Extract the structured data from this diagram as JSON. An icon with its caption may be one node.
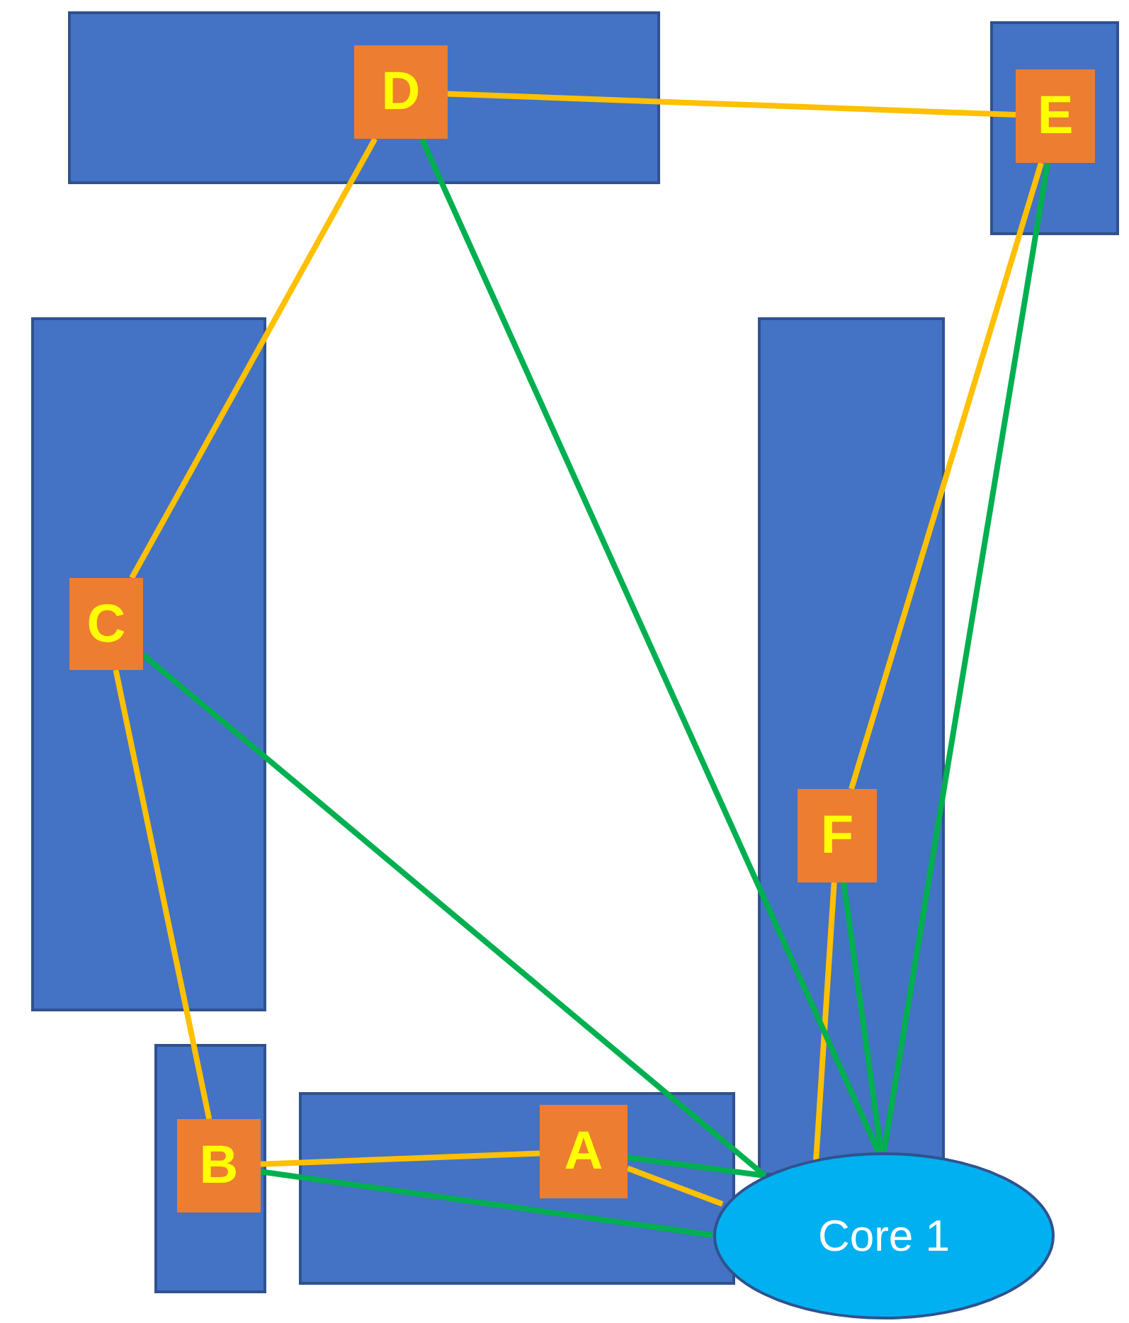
{
  "diagram": {
    "nodes": [
      {
        "text": [],
        "shape": "box"
      },
      {
        "text": [
          "D"
        ],
        "in": 0
      },
      {
        "text": [],
        "shape": "box"
      },
      {
        "text": [
          "E"
        ],
        "in": 2
      },
      {
        "text": [],
        "shape": "box"
      },
      {
        "text": [
          "C"
        ],
        "in": 4
      },
      {
        "text": [],
        "shape": "box"
      },
      {
        "text": [
          "F"
        ],
        "in": 6
      },
      {
        "text": [],
        "shape": "box"
      },
      {
        "text": [
          "B"
        ],
        "in": 8
      },
      {
        "text": [],
        "shape": "box"
      },
      {
        "text": [
          "A"
        ],
        "in": 10
      },
      {
        "text": [
          "Core 1"
        ]
      }
    ],
    "edges": [
      {
        "from": 1,
        "to": 3,
        "arrow": "none"
      },
      {
        "from": 1,
        "to": 5,
        "arrow": "none"
      },
      {
        "from": 5,
        "to": 9,
        "arrow": "none"
      },
      {
        "from": 9,
        "to": 11,
        "arrow": "none"
      },
      {
        "from": 11,
        "to": 12,
        "arrow": "none"
      },
      {
        "from": 3,
        "to": 7,
        "arrow": "none"
      },
      {
        "from": 7,
        "to": 12,
        "arrow": "none"
      },
      {
        "from": 1,
        "to": 12,
        "arrow": "none",
        "color": "#00b050"
      },
      {
        "from": 5,
        "to": 12,
        "arrow": "none",
        "color": "#00b050"
      },
      {
        "from": 11,
        "to": 12,
        "arrow": "none",
        "color": "#00b050"
      },
      {
        "from": 9,
        "to": 12,
        "arrow": "none",
        "color": "#00b050"
      },
      {
        "from": 3,
        "to": 12,
        "arrow": "none",
        "color": "#00b050"
      },
      {
        "from": 7,
        "to": 12,
        "arrow": "none",
        "color": "#00b050"
      }
    ]
  }
}
